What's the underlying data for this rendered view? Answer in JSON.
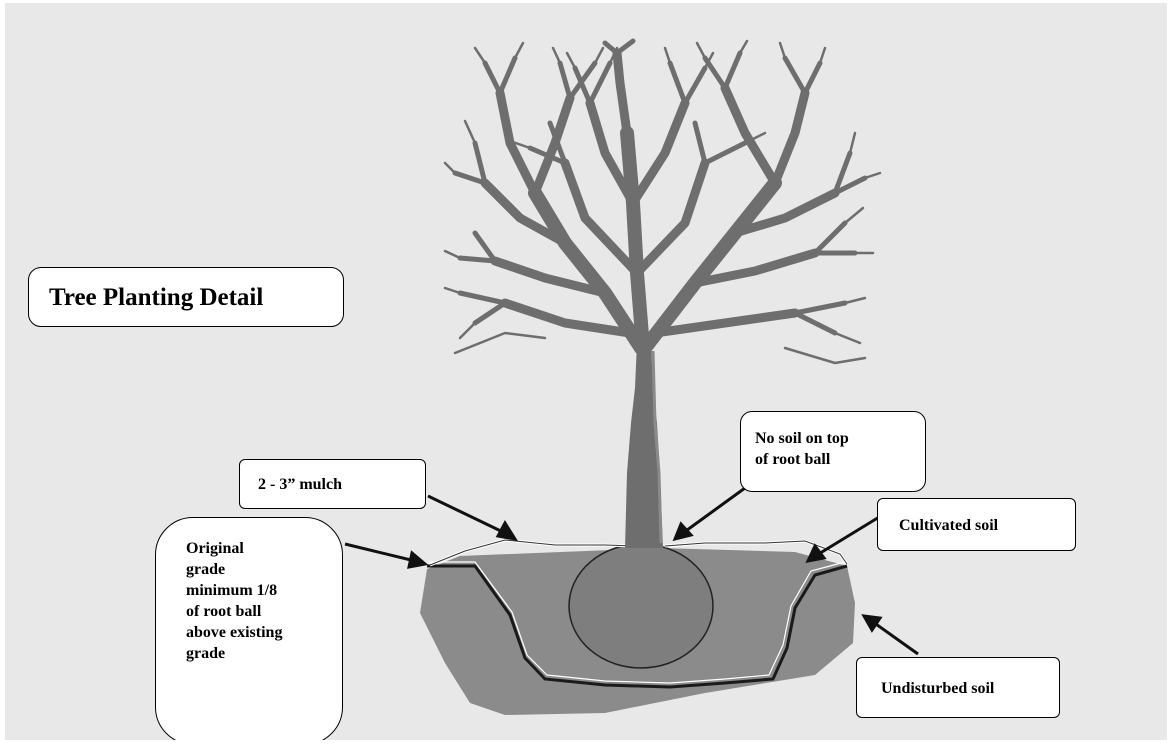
{
  "diagram": {
    "title": "Tree Planting Detail",
    "labels": {
      "mulch": "2 - 3” mulch",
      "original_grade_lines": [
        "Original",
        "grade",
        "minimum 1/8",
        "of root ball",
        "above existing",
        "grade"
      ],
      "no_soil_lines": [
        "No soil on top",
        "of root ball"
      ],
      "cultivated": "Cultivated soil",
      "undisturbed": "Undisturbed soil"
    }
  },
  "colors": {
    "background": "#e8e8e8",
    "tree": "#6e6e6e",
    "soil": "#8a8a8a",
    "label_fill": "#ffffff",
    "label_border": "#000000"
  }
}
